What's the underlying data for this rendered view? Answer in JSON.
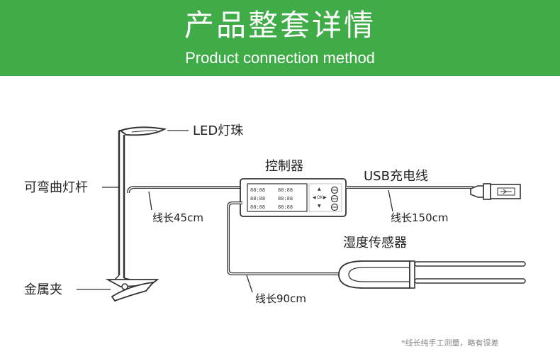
{
  "header": {
    "title_cn": "产品整套详情",
    "title_en": "Product connection method",
    "background_color": "#3fac48"
  },
  "diagram": {
    "labels": {
      "led": "LED灯珠",
      "pole": "可弯曲灯杆",
      "clip": "金属夹",
      "controller": "控制器",
      "usb": "USB充电线",
      "sensor": "湿度传感器",
      "cable_45": "线长45cm",
      "cable_150": "线长150cm",
      "cable_90": "线长90cm"
    },
    "controller_display_glyphs": [
      "88:88",
      "88:88",
      "88:88"
    ],
    "controller_buttons": [
      "▲",
      "◀",
      "OK",
      "▶",
      "▼"
    ]
  },
  "footnote": "*线长纯手工测量，略有误差"
}
